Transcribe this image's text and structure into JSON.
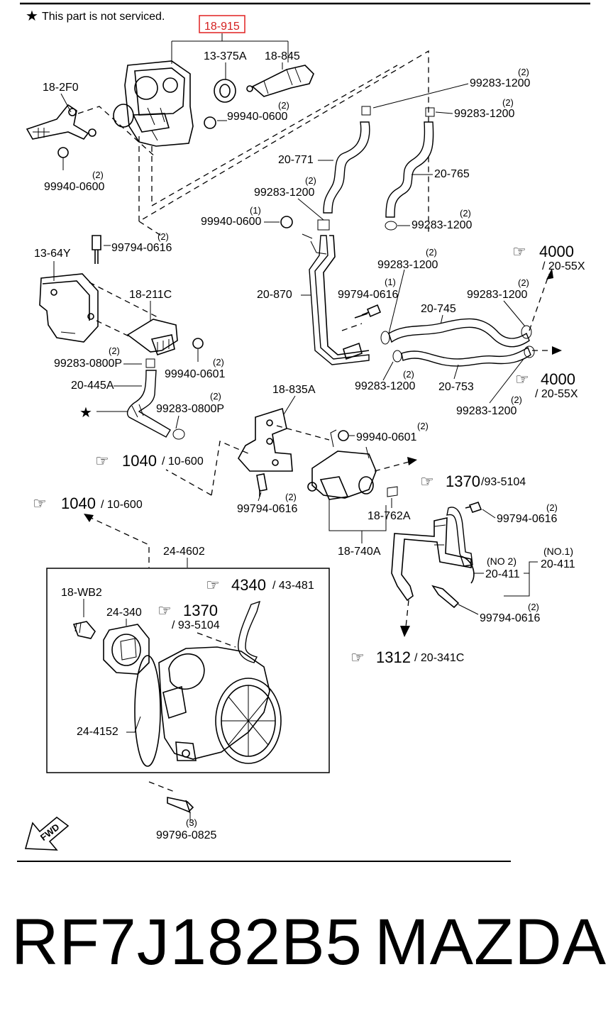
{
  "note": "This part is not serviced.",
  "highlighted_part": "18-915",
  "fwd_label": "FWD",
  "labels": {
    "p_13_375A": "13-375A",
    "p_18_845": "18-845",
    "p_18_2F0": "18-2F0",
    "p_99940_0600_a": "99940-0600",
    "q_99940_0600_a": "(2)",
    "p_99940_0600_b": "99940-0600",
    "q_99940_0600_b": "(2)",
    "p_99283_1200_a": "99283-1200",
    "q_99283_1200_a": "(2)",
    "p_99283_1200_b": "99283-1200",
    "q_99283_1200_b": "(2)",
    "p_20_771": "20-771",
    "p_20_765": "20-765",
    "p_99283_1200_c": "99283-1200",
    "q_99283_1200_c": "(2)",
    "p_99940_0600_c": "99940-0600",
    "q_99940_0600_c": "(1)",
    "p_99283_1200_d": "99283-1200",
    "q_99283_1200_d": "(2)",
    "p_99794_0616_a": "99794-0616",
    "q_99794_0616_a": "(2)",
    "p_13_64Y": "13-64Y",
    "p_18_211C": "18-211C",
    "p_20_870": "20-870",
    "p_99283_1200_e": "99283-1200",
    "q_99283_1200_e": "(2)",
    "p_99794_0616_b": "99794-0616",
    "q_99794_0616_b": "(1)",
    "p_20_745": "20-745",
    "p_99283_1200_f": "99283-1200",
    "q_99283_1200_f": "(2)",
    "p_99283_0800P_a": "99283-0800P",
    "q_99283_0800P_a": "(2)",
    "p_99940_0601_a": "99940-0601",
    "q_99940_0601_a": "(2)",
    "p_20_445A": "20-445A",
    "p_99283_1200_g": "99283-1200",
    "q_99283_1200_g": "(2)",
    "p_20_753": "20-753",
    "p_99283_1200_h": "99283-1200",
    "q_99283_1200_h": "(2)",
    "p_18_835A": "18-835A",
    "p_99283_0800P_b": "99283-0800P",
    "q_99283_0800P_b": "(2)",
    "p_99940_0601_b": "99940-0601",
    "q_99940_0601_b": "(2)",
    "p_99794_0616_c": "99794-0616",
    "q_99794_0616_c": "(2)",
    "p_18_762A": "18-762A",
    "p_18_740A": "18-740A",
    "p_99794_0616_d": "99794-0616",
    "q_99794_0616_d": "(2)",
    "p_24_4602": "24-4602",
    "no2": "(NO 2)",
    "no1": "(NO.1)",
    "p_20_411_a": "20-411",
    "p_20_411_b": "20-411",
    "p_18_WB2": "18-WB2",
    "p_24_340": "24-340",
    "p_99794_0616_e": "99794-0616",
    "q_99794_0616_e": "(2)",
    "p_24_4152": "24-4152",
    "p_99796_0825": "99796-0825",
    "q_99796_0825": "(3)"
  },
  "refs": {
    "r4000_a_num": "4000",
    "r4000_a_sub": "/ 20-55X",
    "r4000_b_num": "4000",
    "r4000_b_sub": "/ 20-55X",
    "r1040_a_num": "1040",
    "r1040_a_sub": "/ 10-600",
    "r1040_b_num": "1040",
    "r1040_b_sub": "/ 10-600",
    "r1370_a_num": "1370",
    "r1370_a_sub": "/93-5104",
    "r4340_num": "4340",
    "r4340_sub": "/ 43-481",
    "r1370_b_num": "1370",
    "r1370_b_sub": "/ 93-5104",
    "r1312_num": "1312",
    "r1312_sub": "/ 20-341C"
  },
  "footer": {
    "part_number": "RF7J182B5",
    "brand": "MAZDA"
  }
}
